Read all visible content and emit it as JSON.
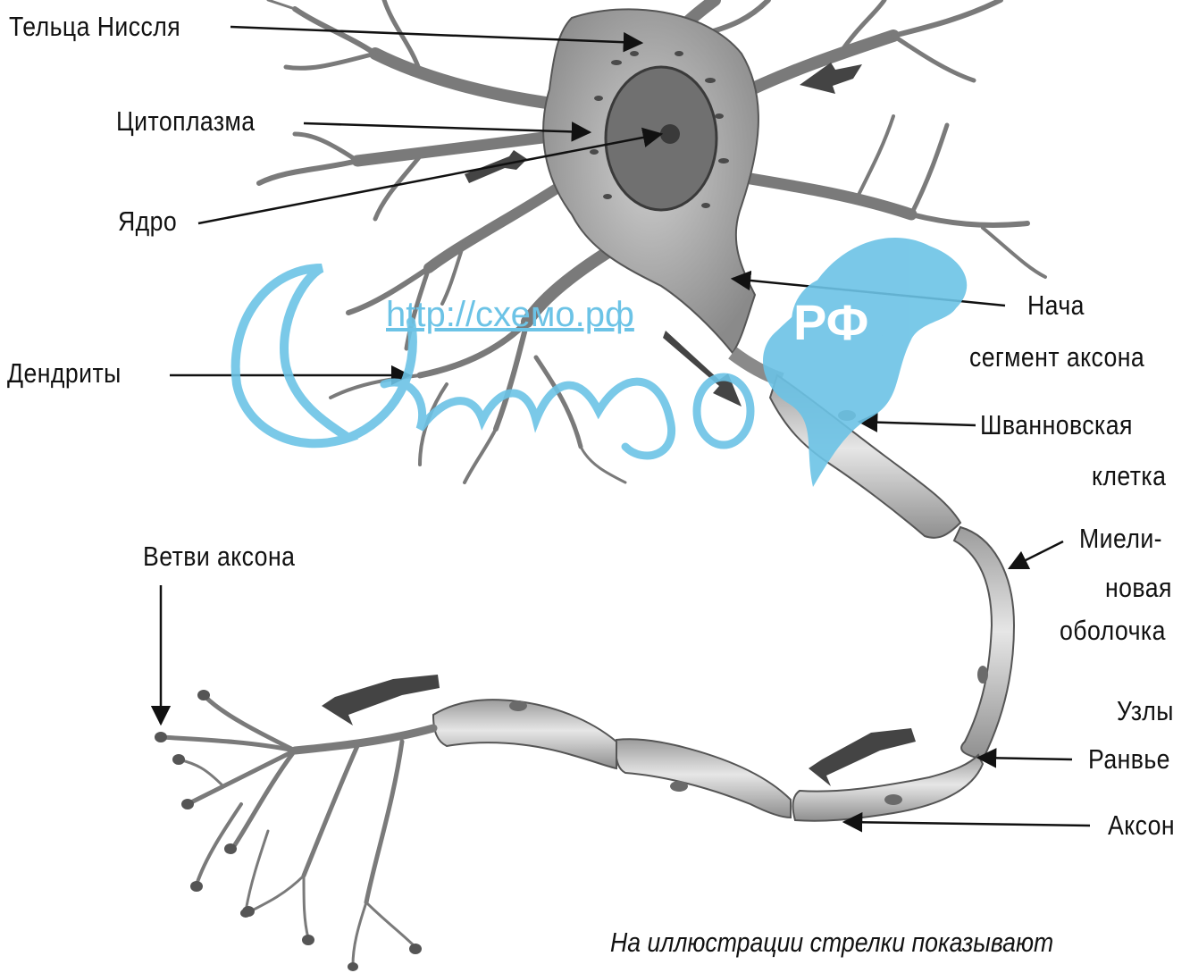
{
  "labels": {
    "nissl": "Тельца Ниссля",
    "cytoplasm": "Цитоплазма",
    "nucleus": "Ядро",
    "dendrites": "Дендриты",
    "axon_branches": "Ветви аксона",
    "initial_segment_1": "Нача",
    "initial_segment_2": "сегмент аксона",
    "schwann_1": "Шванновская",
    "schwann_2": "клетка",
    "myelin_1": "Миели-",
    "myelin_2": "новая",
    "myelin_3": "оболочка",
    "ranvier_1": "Узлы",
    "ranvier_2": "Ранвье",
    "axon": "Аксон"
  },
  "caption": "На иллюстрации стрелки показывают",
  "watermark": {
    "url": "http://схемо.рф",
    "script": "Схемо",
    "badge": "РФ",
    "color": "#6cc3e6"
  }
}
